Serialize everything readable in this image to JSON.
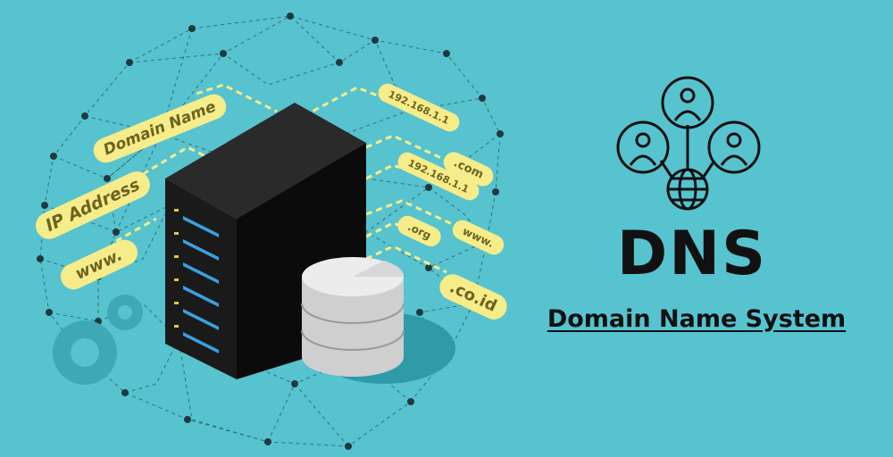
{
  "labels_left": [
    "Domain Name",
    "IP Address",
    "www."
  ],
  "labels_right": [
    "192.168.1.1",
    ".com",
    "192.168.1.1",
    ".org",
    "www.",
    ".co.id"
  ],
  "title": "DNS",
  "subtitle": "Domain Name System",
  "colors": {
    "background": "#56c3cf",
    "pill": "#f7ec8a",
    "server": "#1c1c1c",
    "led": "#3aa0e0"
  }
}
